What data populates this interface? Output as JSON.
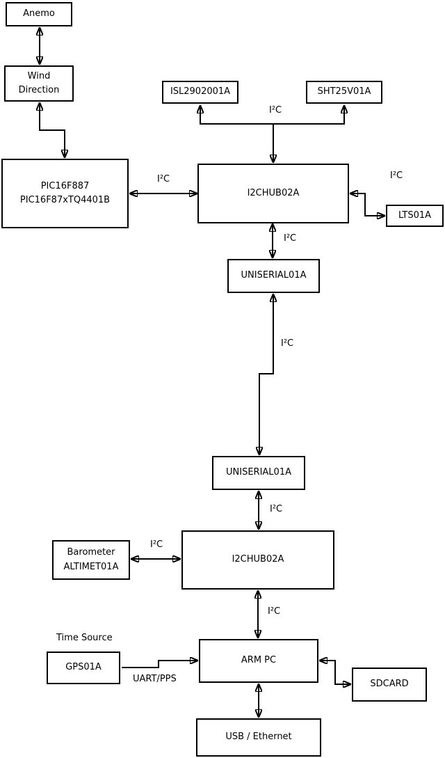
{
  "diagram": {
    "background_color": "#ffffff",
    "stroke_color": "#000000",
    "nodes": {
      "anemo": {
        "label": "Anemo"
      },
      "wind_direction": {
        "label": "Wind\nDirection"
      },
      "pic": {
        "label": "PIC16F887\nPIC16F87xTQ4401B"
      },
      "isl": {
        "label": "ISL2902001A"
      },
      "sht": {
        "label": "SHT25V01A"
      },
      "i2chub_top": {
        "label": "I2CHUB02A"
      },
      "lts": {
        "label": "LTS01A"
      },
      "uniserial_top": {
        "label": "UNISERIAL01A"
      },
      "uniserial_bottom": {
        "label": "UNISERIAL01A"
      },
      "i2chub_bottom": {
        "label": "I2CHUB02A"
      },
      "barometer": {
        "label": "Barometer\nALTIMET01A"
      },
      "gps": {
        "label": "GPS01A"
      },
      "arm_pc": {
        "label": "ARM PC"
      },
      "sdcard": {
        "label": "SDCARD"
      },
      "usb_ethernet": {
        "label": "USB / Ethernet"
      }
    },
    "labels": {
      "i2c_sensors": "I²C",
      "i2c_pic_hub": "I²C",
      "i2c_hub_lts": "I²C",
      "i2c_hub_uniserial": "I²C",
      "i2c_uniserial_link": "I²C",
      "i2c_uniserial_hub2": "I²C",
      "i2c_barometer_hub2": "I²C",
      "i2c_hub2_armpc": "I²C",
      "time_source": "Time Source",
      "uart_pps": "UART/PPS"
    }
  }
}
